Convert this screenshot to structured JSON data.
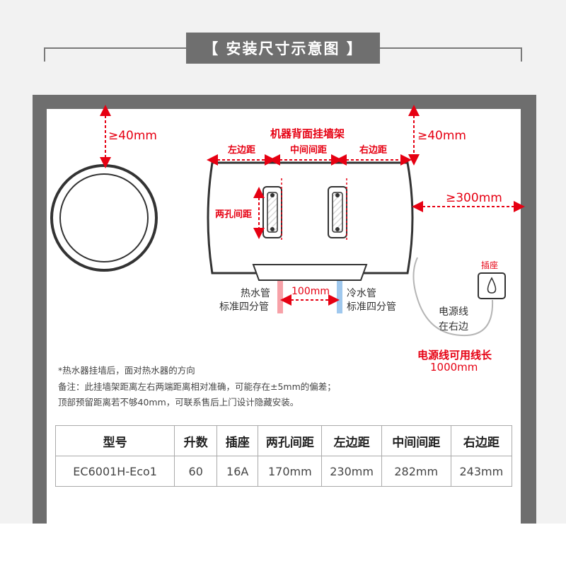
{
  "title": "【 安装尺寸示意图 】",
  "diagram": {
    "top_left_clearance": "≥40mm",
    "top_right_clearance": "≥40mm",
    "right_clearance": "≥300mm",
    "bracket_title": "机器背面挂墙架",
    "left_distance": "左边距",
    "middle_distance": "中间间距",
    "right_distance": "右边距",
    "hole_distance": "两孔间距",
    "hot_pipe_line1": "热水管",
    "hot_pipe_line2": "标准四分管",
    "pipe_gap": "100mm",
    "cold_pipe_line1": "冷水管",
    "cold_pipe_line2": "标准四分管",
    "socket": "插座",
    "power_cord_line1": "电源线",
    "power_cord_line2": "在右边",
    "power_length_line1": "电源线可用线长",
    "power_length_line2": "1000mm"
  },
  "notes": [
    "*热水器挂墙后，面对热水器的方向",
    "备注：此挂墙架距离左右两端距离相对准确，可能存在±5mm的偏差；",
    "顶部预留距离若不够40mm，可联系售后上门设计隐藏安装。"
  ],
  "table": {
    "headers": [
      "型号",
      "升数",
      "插座",
      "两孔间距",
      "左边距",
      "中间间距",
      "右边距"
    ],
    "row": [
      "EC6001H-Eco1",
      "60",
      "16A",
      "170mm",
      "230mm",
      "282mm",
      "243mm"
    ]
  },
  "colors": {
    "red": "#e60012",
    "hot": "#f7a1a8",
    "cold": "#9fc8ee",
    "frame": "#6f6f6f"
  }
}
